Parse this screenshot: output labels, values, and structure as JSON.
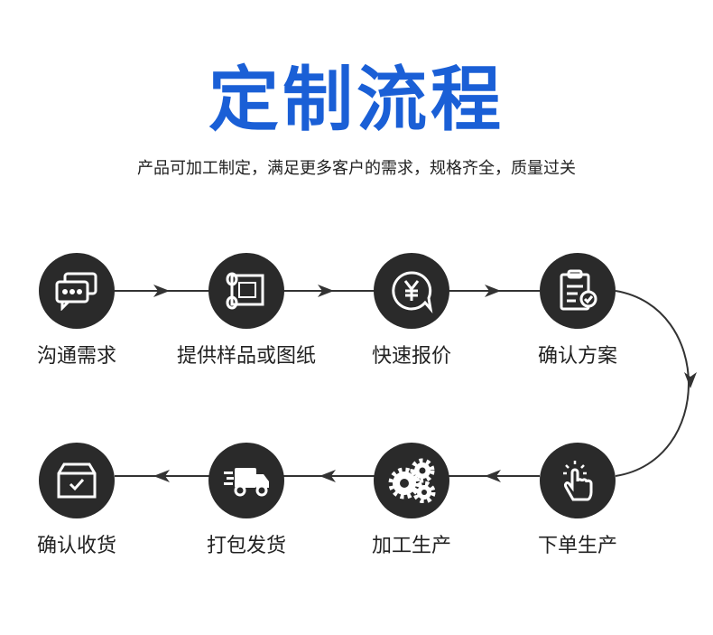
{
  "header": {
    "title": "定制流程",
    "subtitle": "产品可加工制定，满足更多客户的需求，规格齐全，质量过关"
  },
  "steps": [
    {
      "label": "沟通需求",
      "icon": "chat-bubbles-icon"
    },
    {
      "label": "提供样品或图纸",
      "icon": "blueprint-scroll-icon"
    },
    {
      "label": "快速报价",
      "icon": "yuan-bubble-icon"
    },
    {
      "label": "确认方案",
      "icon": "clipboard-check-icon"
    },
    {
      "label": "下单生产",
      "icon": "tap-hand-icon"
    },
    {
      "label": "加工生产",
      "icon": "gears-icon"
    },
    {
      "label": "打包发货",
      "icon": "delivery-truck-icon"
    },
    {
      "label": "确认收货",
      "icon": "box-check-icon"
    }
  ],
  "colors": {
    "title": "#1a5fd6",
    "circle": "#2a2a2a",
    "line": "#333333"
  }
}
